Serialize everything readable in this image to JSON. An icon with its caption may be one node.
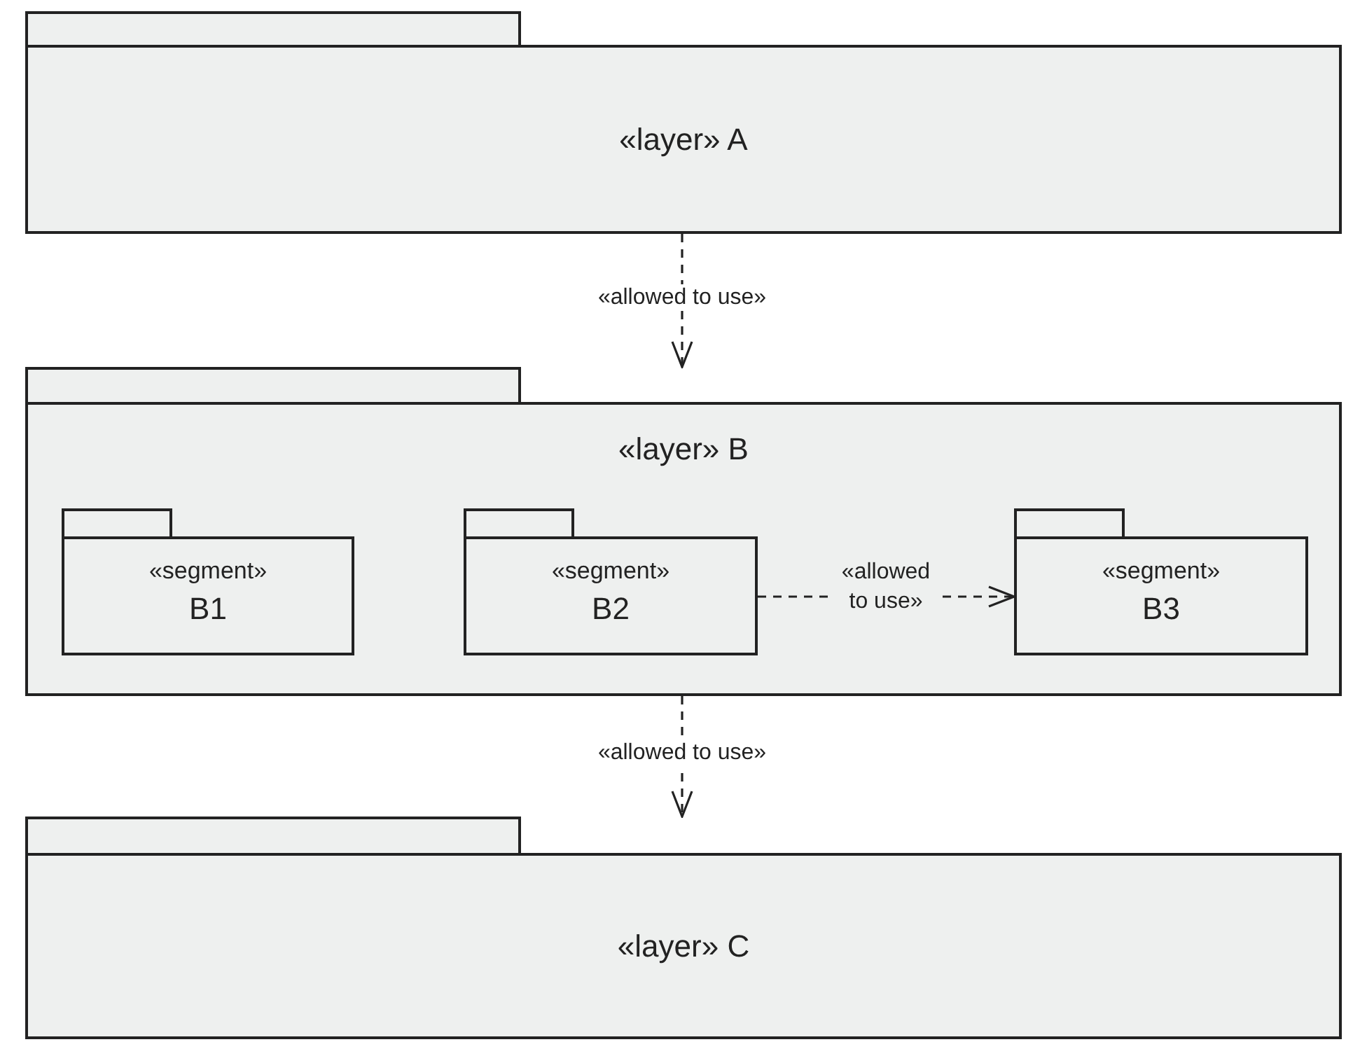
{
  "diagram": {
    "nodes": [
      {
        "text": [
          "«layer» A"
        ]
      },
      {
        "text": [
          "«layer» B"
        ]
      },
      {
        "text": [
          "«segment»",
          "B1"
        ],
        "in": 1
      },
      {
        "text": [
          "«segment»",
          "B2"
        ],
        "in": 1
      },
      {
        "text": [
          "«segment»",
          "B3"
        ],
        "in": 1
      },
      {
        "text": [
          "«layer» C"
        ]
      }
    ],
    "edges": [
      {
        "from": 0,
        "to": 1,
        "arrow": "to",
        "label": "«allowed to use»",
        "style": "dashed"
      },
      {
        "from": 3,
        "to": 4,
        "arrow": "to",
        "label": "«allowed to use»",
        "style": "dashed"
      },
      {
        "from": 1,
        "to": 5,
        "arrow": "to",
        "label": "«allowed to use»",
        "style": "dashed"
      }
    ]
  }
}
